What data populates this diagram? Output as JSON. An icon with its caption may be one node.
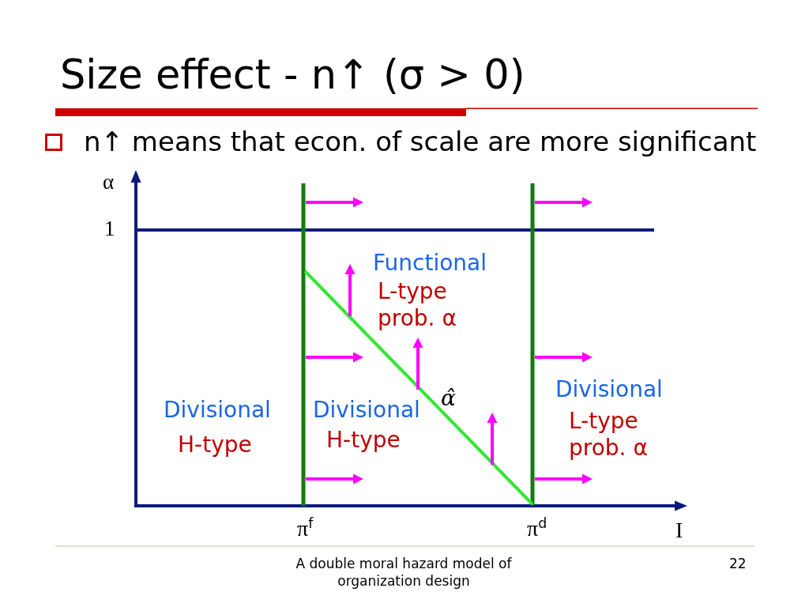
{
  "diagram": {
    "title": "Size effect - n↑ (σ > 0)",
    "labels": [
      "n↑ means that econ. of scale are more significant",
      "α",
      "1",
      "Functional",
      "L-type prob. α",
      "α̂",
      "Divisional",
      "H-type",
      "Divisional",
      "H-type",
      "Divisional",
      "L-type prob. α",
      "π$^{f}$",
      "π$^{d}$",
      "I",
      "A double moral hazard model of organization design",
      "22"
    ]
  }
}
